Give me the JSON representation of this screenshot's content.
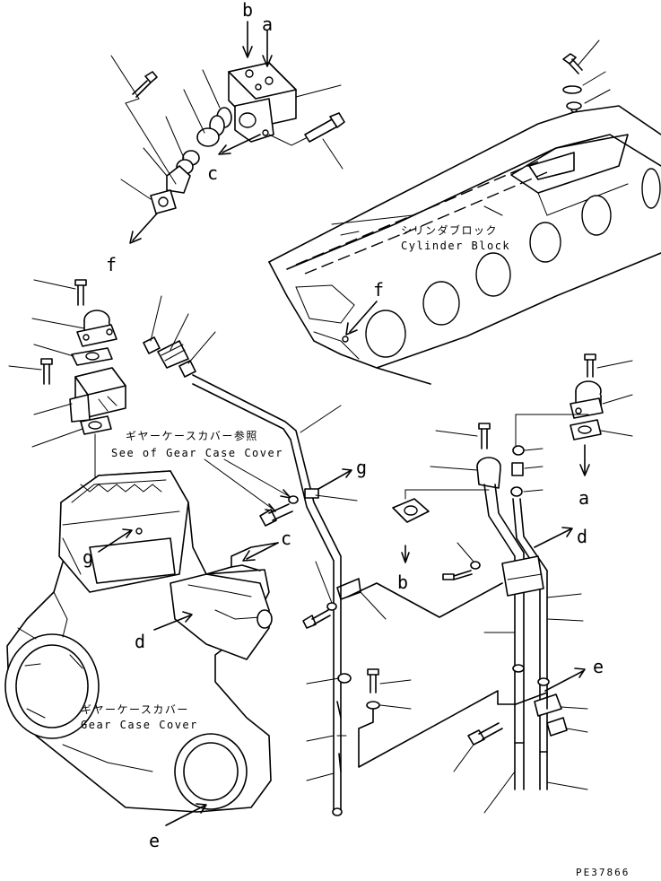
{
  "drawing": {
    "code": "PE37866",
    "notes": {
      "cylinder_block_jp": "シリンダブロック",
      "cylinder_block_en": "Cylinder Block",
      "see_gear_case_cover_jp": "ギヤーケースカバー参照",
      "see_gear_case_cover_en": "See of Gear Case Cover",
      "gear_case_cover_jp": "ギヤーケースカバー",
      "gear_case_cover_en": "Gear Case Cover"
    },
    "refs": {
      "a": "a",
      "b": "b",
      "c": "c",
      "d": "d",
      "e": "e",
      "f": "f",
      "g": "g"
    }
  }
}
